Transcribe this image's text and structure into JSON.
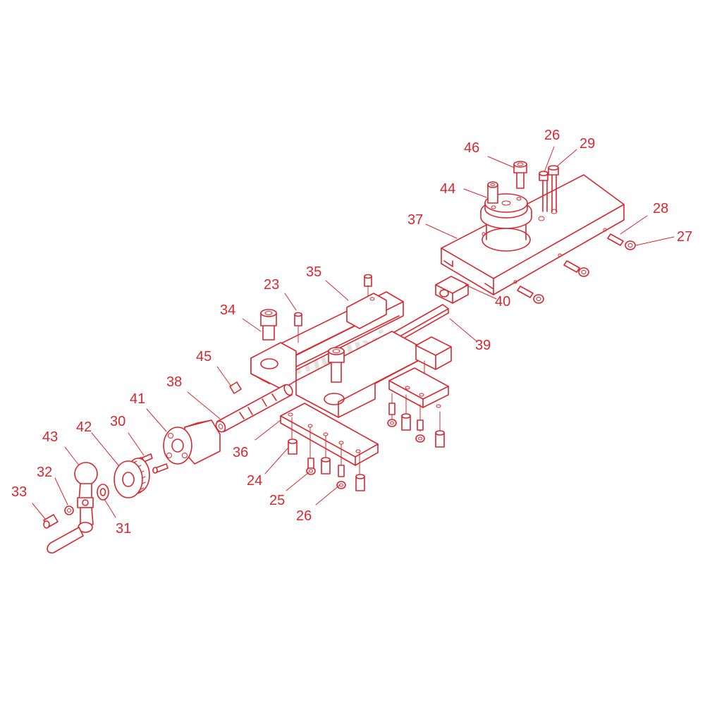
{
  "watermark": "anmuijixie",
  "callouts": [
    {
      "id": "c46",
      "text": "46"
    },
    {
      "id": "c26a",
      "text": "26"
    },
    {
      "id": "c29",
      "text": "29"
    },
    {
      "id": "c44",
      "text": "44"
    },
    {
      "id": "c28",
      "text": "28"
    },
    {
      "id": "c37",
      "text": "37"
    },
    {
      "id": "c27",
      "text": "27"
    },
    {
      "id": "c35",
      "text": "35"
    },
    {
      "id": "c23",
      "text": "23"
    },
    {
      "id": "c34",
      "text": "34"
    },
    {
      "id": "c40",
      "text": "40"
    },
    {
      "id": "c39",
      "text": "39"
    },
    {
      "id": "c45",
      "text": "45"
    },
    {
      "id": "c38",
      "text": "38"
    },
    {
      "id": "c41",
      "text": "41"
    },
    {
      "id": "c43",
      "text": "43"
    },
    {
      "id": "c42",
      "text": "42"
    },
    {
      "id": "c30",
      "text": "30"
    },
    {
      "id": "c36",
      "text": "36"
    },
    {
      "id": "c32",
      "text": "32"
    },
    {
      "id": "c24",
      "text": "24"
    },
    {
      "id": "c33",
      "text": "33"
    },
    {
      "id": "c31",
      "text": "31"
    },
    {
      "id": "c25",
      "text": "25"
    },
    {
      "id": "c26b",
      "text": "26"
    }
  ]
}
